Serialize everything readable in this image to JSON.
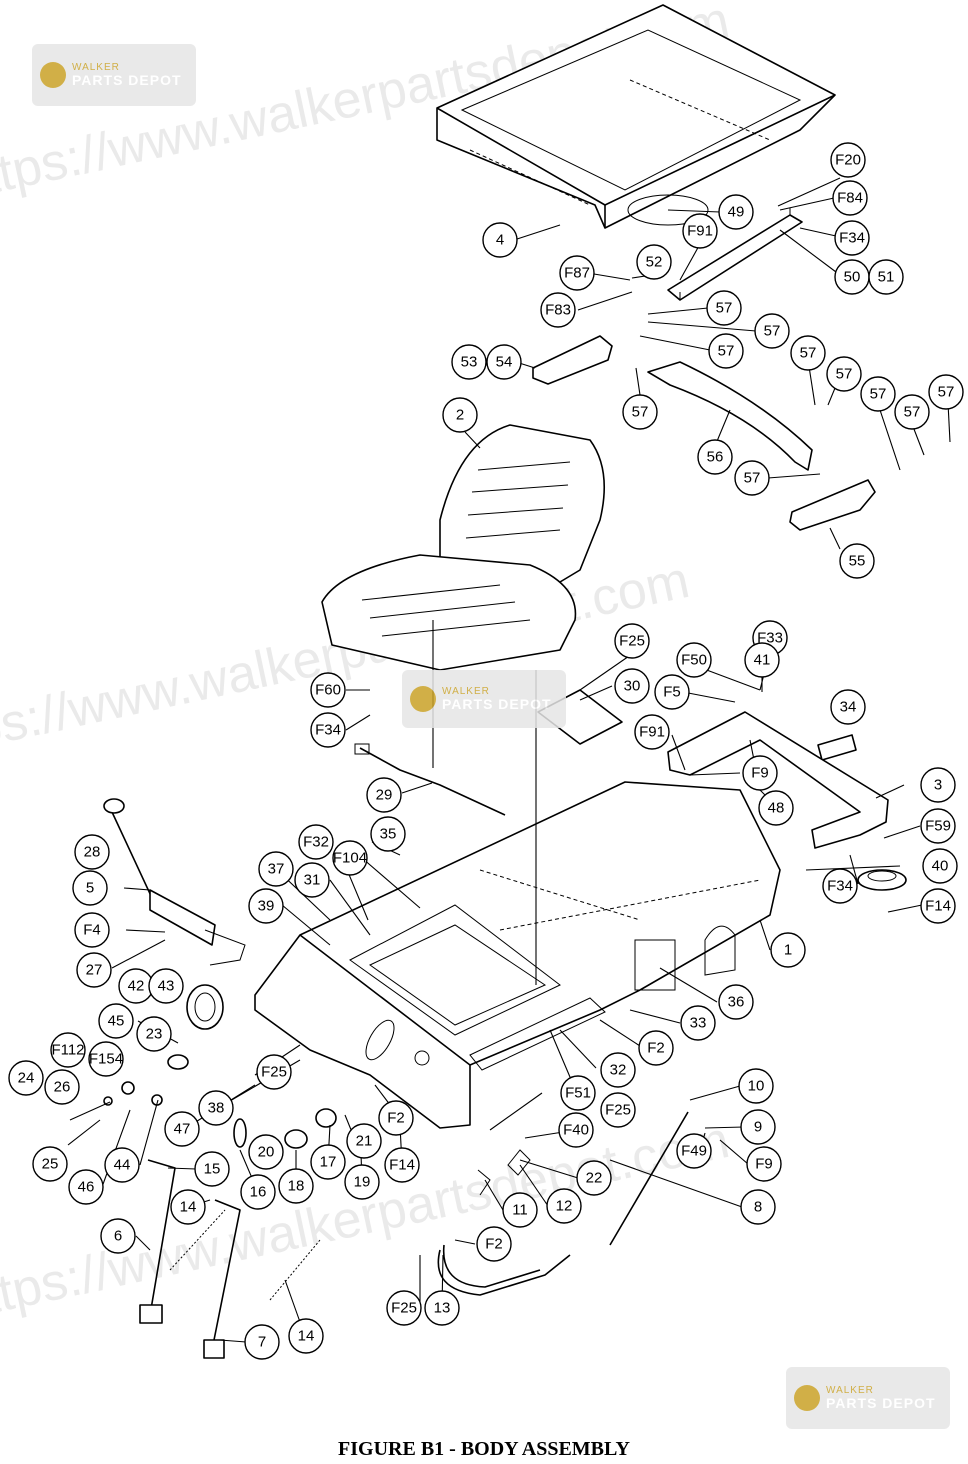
{
  "caption": "FIGURE B1 - BODY ASSEMBLY",
  "watermark": {
    "text_lines": [
      "https://www.walkerpartsdepot.com",
      "https://www.walkerpartsdepot.com",
      "https://www.walkerpartsdepot.com"
    ],
    "badge_line1": "WALKER",
    "badge_line2": "PARTS DEPOT",
    "badge_color": "#c9a227"
  },
  "callouts": [
    {
      "label": "4"
    },
    {
      "label": "49"
    },
    {
      "label": "F20"
    },
    {
      "label": "F84"
    },
    {
      "label": "F34"
    },
    {
      "label": "F91"
    },
    {
      "label": "52"
    },
    {
      "label": "F87"
    },
    {
      "label": "50"
    },
    {
      "label": "51"
    },
    {
      "label": "F83"
    },
    {
      "label": "57"
    },
    {
      "label": "57"
    },
    {
      "label": "57"
    },
    {
      "label": "53"
    },
    {
      "label": "54"
    },
    {
      "label": "57"
    },
    {
      "label": "57"
    },
    {
      "label": "57"
    },
    {
      "label": "57"
    },
    {
      "label": "57"
    },
    {
      "label": "57"
    },
    {
      "label": "2"
    },
    {
      "label": "56"
    },
    {
      "label": "57"
    },
    {
      "label": "55"
    },
    {
      "label": "F25"
    },
    {
      "label": "F33"
    },
    {
      "label": "F50"
    },
    {
      "label": "41"
    },
    {
      "label": "30"
    },
    {
      "label": "F5"
    },
    {
      "label": "F60"
    },
    {
      "label": "F34"
    },
    {
      "label": "34"
    },
    {
      "label": "F91"
    },
    {
      "label": "F9"
    },
    {
      "label": "29"
    },
    {
      "label": "3"
    },
    {
      "label": "48"
    },
    {
      "label": "F59"
    },
    {
      "label": "28"
    },
    {
      "label": "35"
    },
    {
      "label": "F32"
    },
    {
      "label": "F104"
    },
    {
      "label": "37"
    },
    {
      "label": "31"
    },
    {
      "label": "40"
    },
    {
      "label": "F34"
    },
    {
      "label": "5"
    },
    {
      "label": "39"
    },
    {
      "label": "F14"
    },
    {
      "label": "F4"
    },
    {
      "label": "1"
    },
    {
      "label": "27"
    },
    {
      "label": "42"
    },
    {
      "label": "43"
    },
    {
      "label": "36"
    },
    {
      "label": "45"
    },
    {
      "label": "33"
    },
    {
      "label": "23"
    },
    {
      "label": "F2"
    },
    {
      "label": "F112"
    },
    {
      "label": "F154"
    },
    {
      "label": "F25"
    },
    {
      "label": "32"
    },
    {
      "label": "24"
    },
    {
      "label": "26"
    },
    {
      "label": "38"
    },
    {
      "label": "F51"
    },
    {
      "label": "10"
    },
    {
      "label": "F25"
    },
    {
      "label": "F2"
    },
    {
      "label": "47"
    },
    {
      "label": "21"
    },
    {
      "label": "F40"
    },
    {
      "label": "9"
    },
    {
      "label": "25"
    },
    {
      "label": "20"
    },
    {
      "label": "17"
    },
    {
      "label": "F14"
    },
    {
      "label": "44"
    },
    {
      "label": "F49"
    },
    {
      "label": "F9"
    },
    {
      "label": "46"
    },
    {
      "label": "15"
    },
    {
      "label": "16"
    },
    {
      "label": "18"
    },
    {
      "label": "19"
    },
    {
      "label": "22"
    },
    {
      "label": "12"
    },
    {
      "label": "8"
    },
    {
      "label": "11"
    },
    {
      "label": "14"
    },
    {
      "label": "6"
    },
    {
      "label": "F2"
    },
    {
      "label": "F25"
    },
    {
      "label": "13"
    },
    {
      "label": "7"
    },
    {
      "label": "14"
    }
  ]
}
